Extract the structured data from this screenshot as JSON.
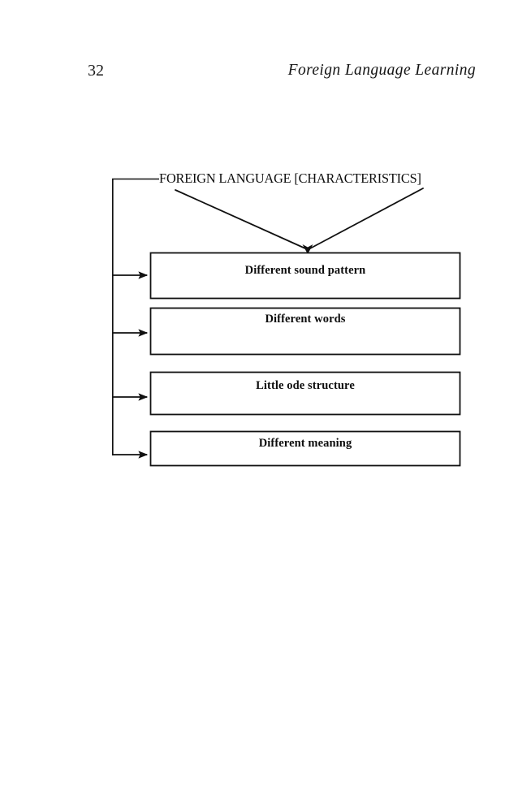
{
  "page": {
    "folio": "32",
    "running_title": "Foreign Language Learning",
    "background_color": "#ffffff",
    "ink_color": "#111111"
  },
  "diagram": {
    "type": "tree",
    "root": {
      "label": "FOREIGN LANGUAGE [CHARACTERISTICS]",
      "name": "root-node-foreign-language-characteristics"
    },
    "connector": {
      "trunk_color": "#111111",
      "arrow_style": "solid-filled-triangle",
      "diagonal_arrows": 2,
      "branch_arrows": 4
    },
    "boxes": [
      {
        "label": "Different sound pattern",
        "name": "characteristic-box-sound-pattern"
      },
      {
        "label": "Different words",
        "name": "characteristic-box-different-words"
      },
      {
        "label": "Little ode structure",
        "name": "characteristic-box-little-ode-structure"
      },
      {
        "label": "Different meaning",
        "name": "characteristic-box-different-meaning"
      }
    ]
  }
}
